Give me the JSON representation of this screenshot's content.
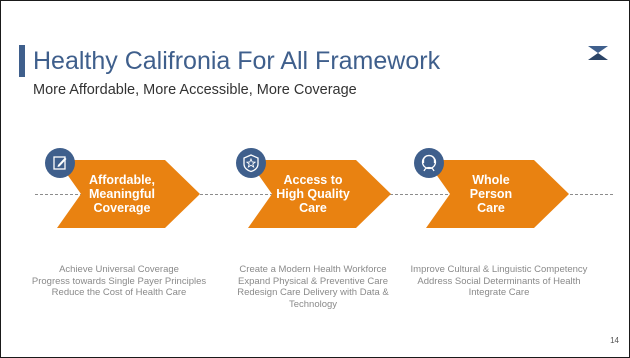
{
  "slide": {
    "title": "Healthy Califronia For All Framework",
    "subtitle": "More Affordable, More Accessible, More Coverage",
    "page_number": "14",
    "logo_icon": "bowtie-logo-icon"
  },
  "colors": {
    "accent_blue": "#3f5f8c",
    "arrow_orange": "#e98211",
    "body_text": "#8a8a8a"
  },
  "pillars": [
    {
      "icon": "edit-document-icon",
      "label": "Affordable,\nMeaningful\nCoverage",
      "lines": [
        "Achieve Universal Coverage",
        "Progress towards Single Payer Principles",
        "Reduce the Cost of Health Care"
      ]
    },
    {
      "icon": "star-badge-icon",
      "label": "Access to\nHigh Quality\nCare",
      "lines": [
        "Create a Modern Health Workforce",
        "Expand Physical & Preventive Care",
        "Redesign Care Delivery with Data &",
        "Technology"
      ]
    },
    {
      "icon": "person-headset-icon",
      "label": "Whole\nPerson\nCare",
      "lines": [
        "Improve Cultural & Linguistic Competency",
        "Address Social Determinants of Health",
        "Integrate Care"
      ]
    }
  ]
}
